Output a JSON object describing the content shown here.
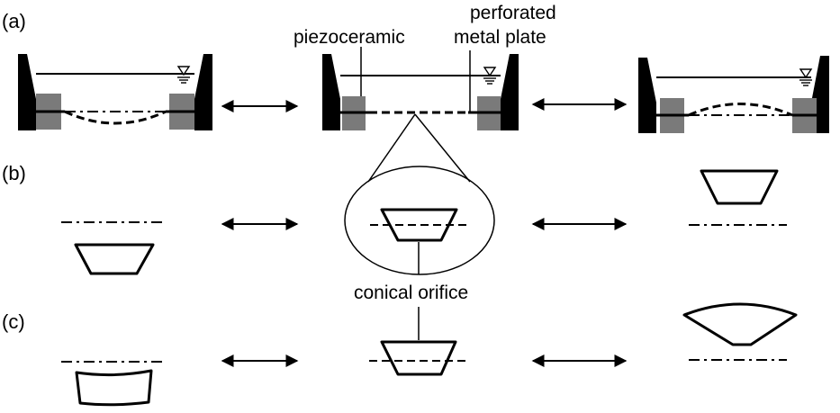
{
  "panels": {
    "a": "(a)",
    "b": "(b)",
    "c": "(c)"
  },
  "labels": {
    "piezoceramic": "piezoceramic",
    "perforated_line1": "perforated",
    "perforated_line2": "metal plate",
    "conical_orifice": "conical orifice"
  },
  "colors": {
    "ink": "#000000",
    "piezo": "#7a7a7a",
    "background": "#ffffff"
  },
  "icons": {
    "water_level": "water-level-triangle-icon",
    "arrows": "double-headed-arrow-icon"
  }
}
